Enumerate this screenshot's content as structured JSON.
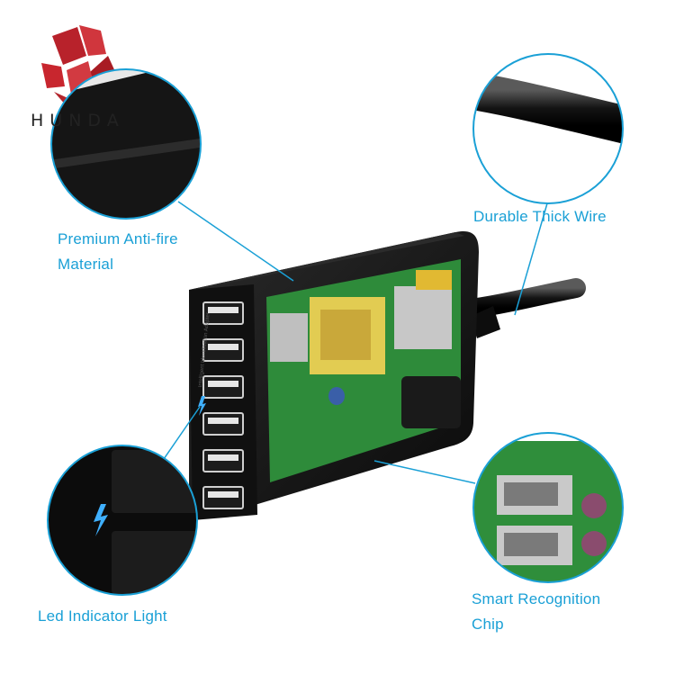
{
  "brand": {
    "name": "HUNDA"
  },
  "colors": {
    "accent": "#1aa0d6",
    "logo_red": "#c8262e",
    "device_body": "#111111",
    "pcb_green": "#2e8b3a"
  },
  "callouts": [
    {
      "id": "premium",
      "label_lines": [
        "Premium Anti-fire",
        "Material"
      ]
    },
    {
      "id": "wire",
      "label_lines": [
        "Durable Thick Wire"
      ]
    },
    {
      "id": "led",
      "label_lines": [
        "Led Indicator Light"
      ]
    },
    {
      "id": "chip",
      "label_lines": [
        "Smart Recognition",
        "Chip"
      ]
    }
  ],
  "device": {
    "usb_port_count": 6,
    "side_print": "Intelligent Identification Adapter"
  }
}
